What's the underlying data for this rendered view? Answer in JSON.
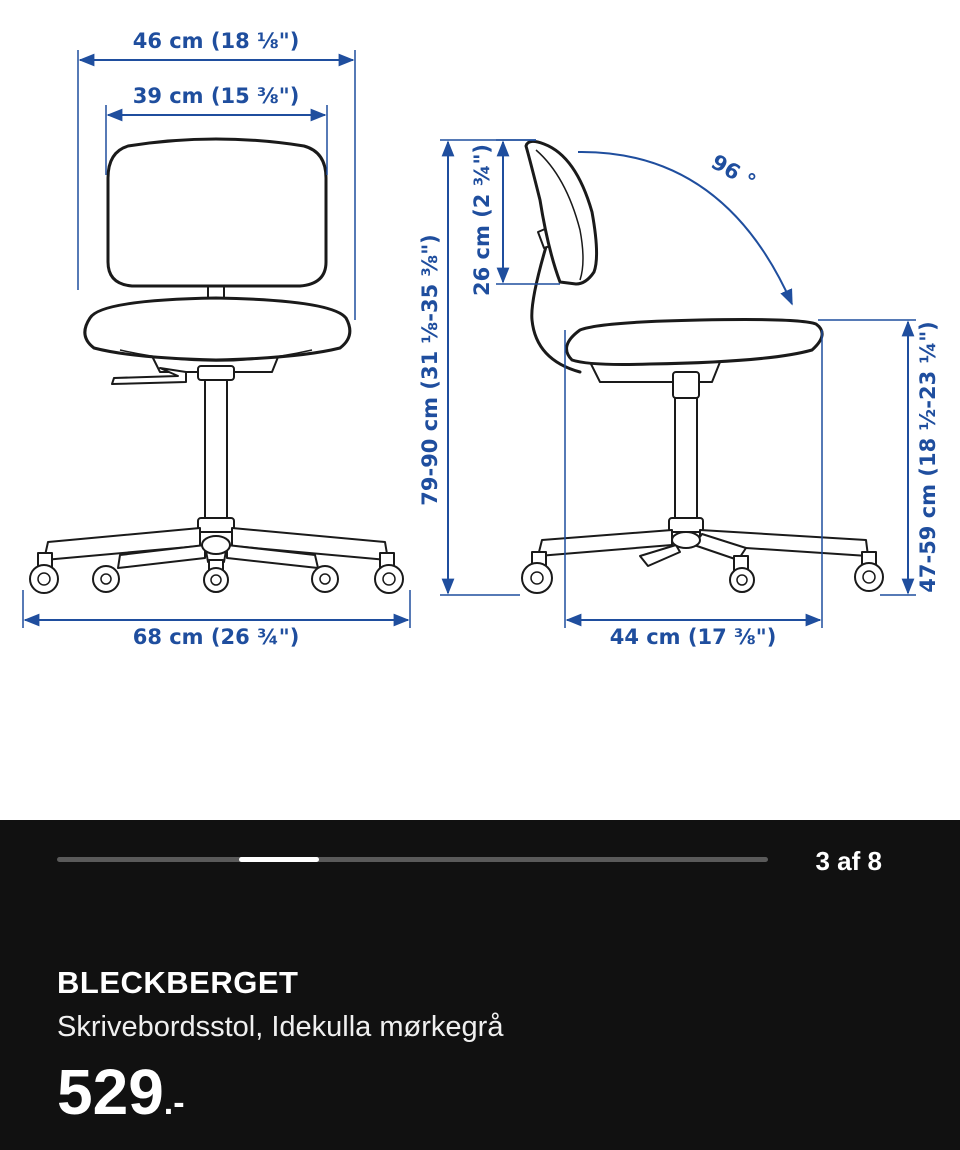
{
  "diagram": {
    "front_width_overall": "46 cm (18 ⅛\")",
    "front_width_back": "39 cm (15 ⅜\")",
    "base_width": "68 cm (26 ¾\")",
    "total_height": "79-90 cm (31 ⅛-35 ⅜\")",
    "back_height": "26 cm (2 ¾\")",
    "recline_angle": "96 °",
    "seat_depth": "44 cm (17 ⅜\")",
    "seat_height": "47-59 cm (18 ½-23 ¼\")"
  },
  "gallery": {
    "counter": "3 af 8",
    "current": 3,
    "total": 8
  },
  "product": {
    "name": "BLECKBERGET",
    "description": "Skrivebordsstol, Idekulla mørkegrå",
    "price": "529",
    "price_suffix": ".-"
  }
}
